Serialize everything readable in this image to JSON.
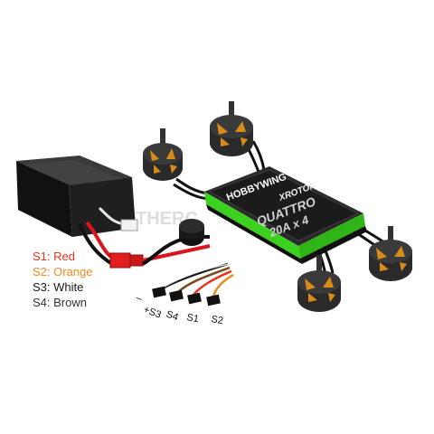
{
  "legend": {
    "items": [
      {
        "label": "S1: Red",
        "color": "#e8331c"
      },
      {
        "label": "S2: Orange",
        "color": "#f08a1c"
      },
      {
        "label": "S3: White",
        "color": "#1a1a1a"
      },
      {
        "label": "S4: Brown",
        "color": "#333333"
      }
    ]
  },
  "connectors": {
    "neg": "–",
    "pos": "+S3",
    "s4": "S4",
    "s1": "S1",
    "s2": "S2"
  },
  "esc": {
    "brand": "HOBBYWING",
    "series": "XROTOR",
    "model": "20A x 4",
    "subtitle": "QUATTRO"
  },
  "watermark": "THERC",
  "colors": {
    "board": "#1b1b1b",
    "board_edge": "#3bd11e",
    "battery": "#1a1a1a",
    "battery_wire": "#d9161b",
    "xt_connector": "#e02020",
    "motor_bell": "#2a2a2a",
    "motor_accent": "#d98b18"
  }
}
